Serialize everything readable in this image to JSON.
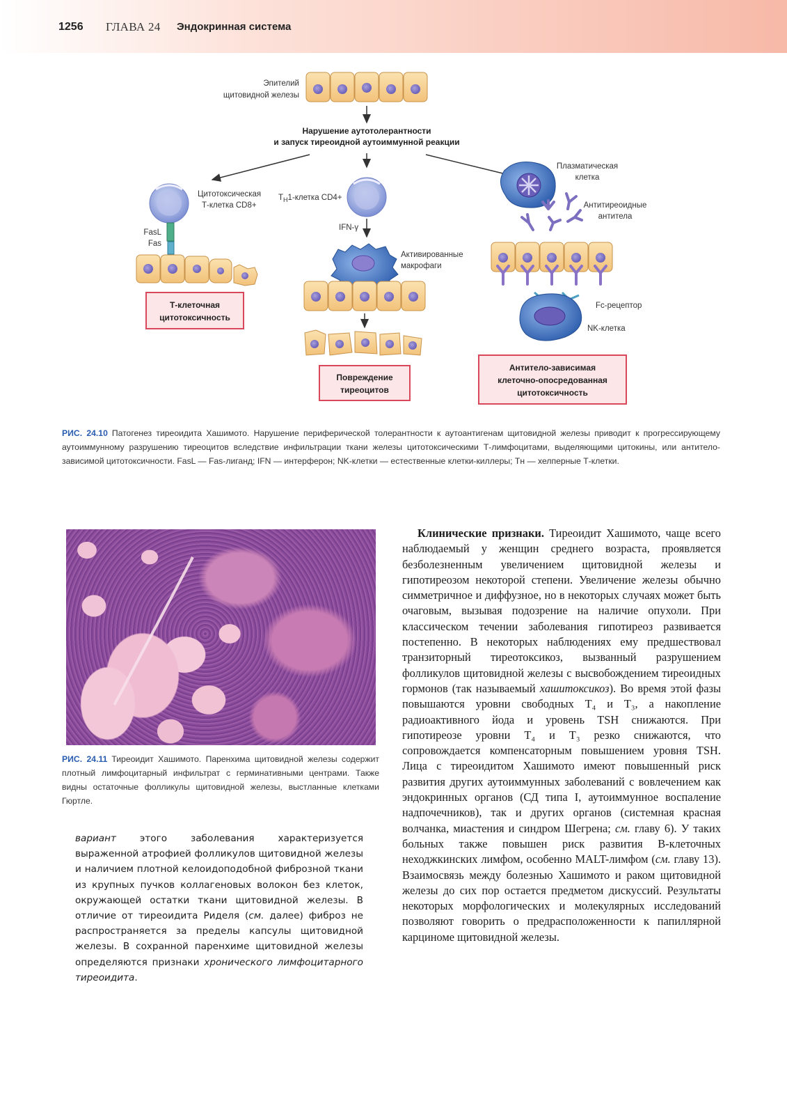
{
  "header": {
    "page_number": "1256",
    "chapter": "ГЛАВА 24",
    "section": "Эндокринная система"
  },
  "figure_24_10": {
    "labels": {
      "epithelium_1": "Эпителий",
      "epithelium_2": "щитовидной железы",
      "breakdown_1": "Нарушение аутотолерантности",
      "breakdown_2": "и запуск тиреоидной аутоиммунной реакции",
      "ctl_1": "Цитотоксическая",
      "ctl_2": "Т-клетка CD8+",
      "fasl": "FasL",
      "fas": "Fas",
      "th1_cell": "-клетка CD4+",
      "th1_T": "T",
      "th1_H1": "H",
      "th1_1": "1",
      "ifn": "IFN-γ",
      "macro_1": "Активированные",
      "macro_2": "макрофаги",
      "plasma_1": "Плазматическая",
      "plasma_2": "клетка",
      "antibodies_1": "Антитиреоидные",
      "antibodies_2": "антитела",
      "fc_receptor": "Fc-рецептор",
      "nk_cell": "NK-клетка"
    },
    "boxes": {
      "tcell_1": "Т-клеточная",
      "tcell_2": "цитотоксичность",
      "damage_1": "Повреждение",
      "damage_2": "тиреоцитов",
      "adcc_1": "Антитело-зависимая",
      "adcc_2": "клеточно-опосредованная",
      "adcc_3": "цитотоксичность"
    },
    "caption_label": "РИС. 24.10",
    "caption_text": "Патогенез тиреоидита Хашимото. Нарушение периферической толерантности к аутоантигенам щитовидной железы приводит к прогрессирующему аутоиммунному разрушению тиреоцитов вследствие инфильтрации ткани железы цитотоксическими Т-лимфоцитами, выделяющими цитокины, или антитело-зависимой цитотоксичности. FasL — Fas-лиганд; IFN — интерферон; NK-клетки — естественные клетки-киллеры; Tн — хелперные Т-клетки."
  },
  "figure_24_11": {
    "caption_label": "РИС. 24.11",
    "caption_text": "Тиреоидит Хашимото. Паренхима щитовидной железы содержит плотный лимфоцитарный инфильтрат с герминативными центрами. Также видны остаточные фолликулы щитовидной железы, выстланные клетками Гюртле."
  },
  "left_column": {
    "italic_start": "вариант",
    "text_main": " этого заболевания характеризуется выраженной атрофией фолликулов щитовидной железы и наличием плотной келоидоподобной фиброзной ткани из крупных пучков коллагеновых волокон без клеток, окружающей остатки ткани щитовидной железы. В отличие от тиреоидита Риделя (",
    "see": "см.",
    "text_mid": " далее) фиброз не распространяется за пределы капсулы щитовидной железы. В сохранной паренхиме щитовидной железы определяются признаки ",
    "italic_end": "хронического лимфоцитарного тиреоидита",
    "end": "."
  },
  "right_column": {
    "heading": "Клинические признаки.",
    "p1": " Тиреоидит Хашимото, чаще всего наблюдаемый у женщин среднего возраста, проявляется безболезненным увеличением щитовидной железы и гипотиреозом некоторой степени. Увеличение железы обычно симметричное и диффузное, но в некоторых случаях может быть очаговым, вызывая подозрение на наличие опухоли. При классическом течении заболевания гипотиреоз развивается постепенно. В некоторых наблюдениях ему предшествовал транзиторный тиреотоксикоз, вызванный разрушением фолликулов щитовидной железы с высвобождением тиреоидных гормонов (так называемый ",
    "hashitox": "хашитоксикоз",
    "p2": "). Во время этой фазы повышаются уровни свободных T₄ и T₃, а накопление радиоактивного йода и уровень TSH снижаются. При гипотиреозе уровни T₄ и T₃ резко снижаются, что сопровождается компенсаторным повышением уровня TSH. Лица с тиреоидитом Хашимото имеют повышенный риск развития других аутоиммунных заболеваний с вовлечением как эндокринных органов (СД типа I, аутоиммунное воспаление надпочечников), так и других органов (системная красная волчанка, миастения и синдром Шегрена; ",
    "see1": "см.",
    "p3": " главу 6). У таких больных также повышен риск развития B-клеточных неходжкинских лимфом, особенно MALT-лимфом (",
    "see2": "см.",
    "p4": " главу 13). Взаимосвязь между болезнью Хашимото и раком щитовидной железы до сих пор остается предметом дискуссий. Результаты некоторых морфологических и молекулярных исследований позволяют говорить о предрасположенности к папиллярной карциноме щитовидной железы."
  },
  "colors": {
    "header_gradient": "#f7b9a8",
    "caption_label": "#2a5db0",
    "box_border": "#d9475a",
    "box_fill": "#fde6e8",
    "cell_fill": "#f7d39a"
  }
}
